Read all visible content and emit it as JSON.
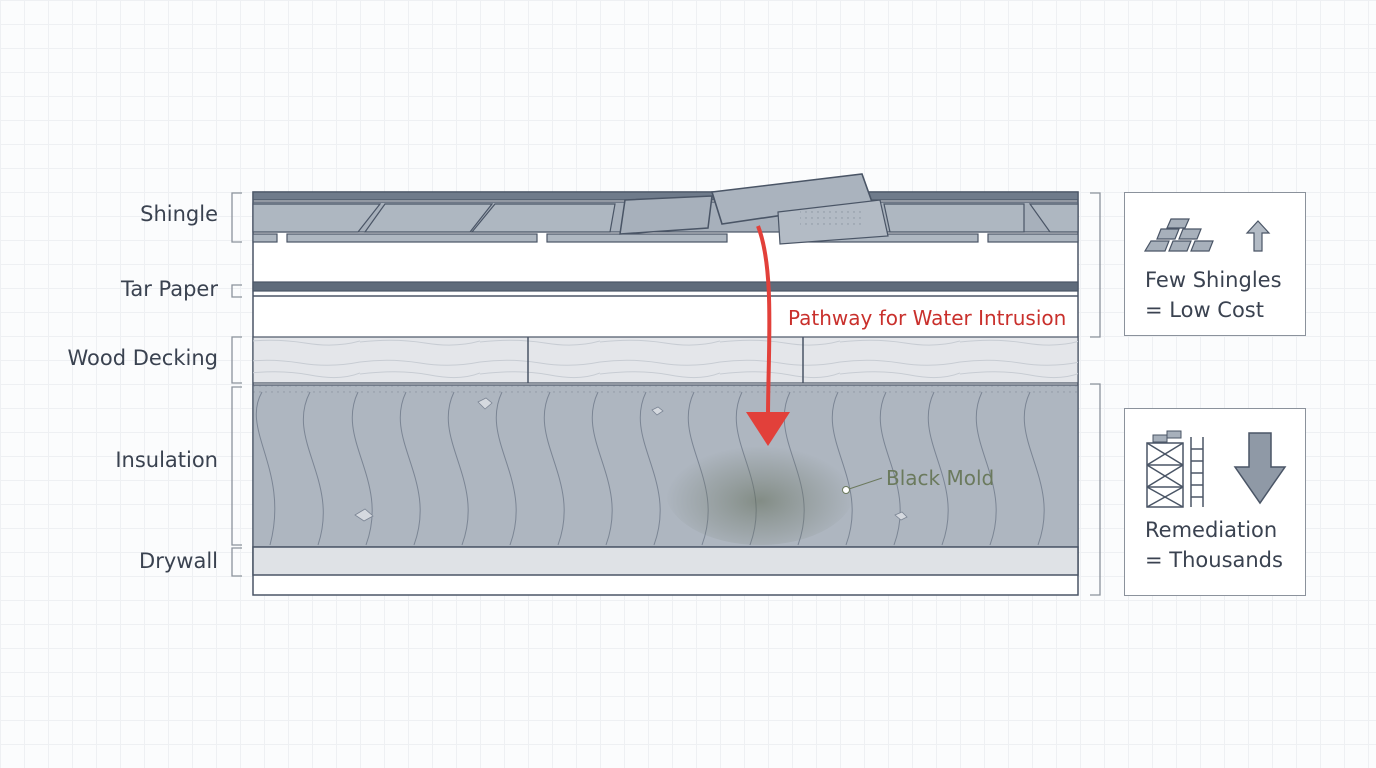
{
  "layers": {
    "shingle": "Shingle",
    "tar_paper": "Tar Paper",
    "wood_decking": "Wood Decking",
    "insulation": "Insulation",
    "drywall": "Drywall"
  },
  "callouts": {
    "water_pathway": "Pathway for Water Intrusion",
    "mold": "Black Mold"
  },
  "cost_boxes": {
    "low": {
      "line1": "Few Shingles",
      "line2": "= Low Cost"
    },
    "high": {
      "line1": "Remediation",
      "line2": "= Thousands"
    }
  },
  "colors": {
    "shingle_fill": "#a7b0bb",
    "outline": "#4a5566",
    "arrow_red": "#e2403a",
    "callout_red": "#c9302c",
    "mold_text": "#6b7a5d"
  },
  "icons": {
    "low_cost": "shingle-stack-icon",
    "up": "arrow-up-icon",
    "high_cost": "scaffold-icon",
    "down": "arrow-down-icon"
  }
}
